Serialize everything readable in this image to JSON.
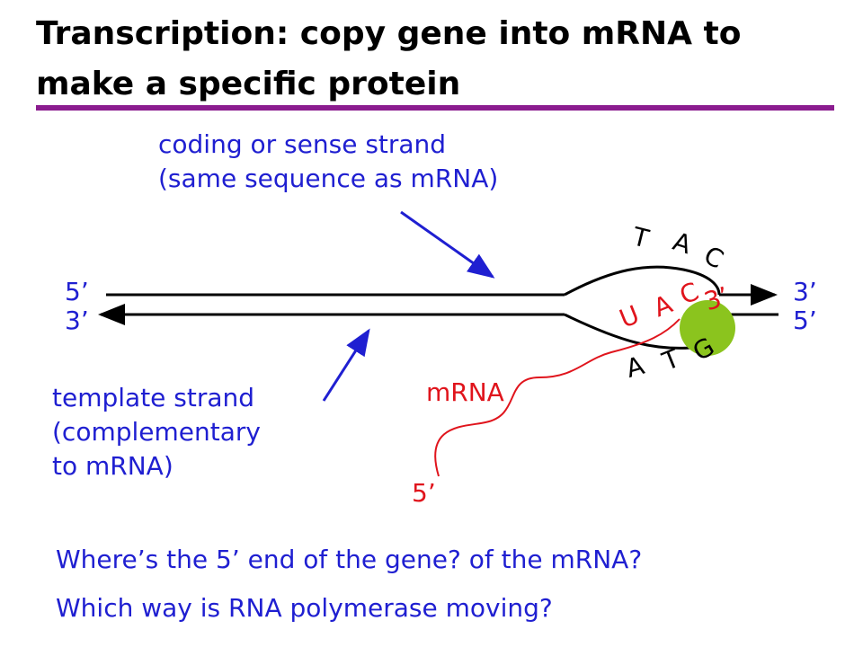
{
  "title": {
    "line1": "Transcription: copy gene into mRNA to",
    "line2": "make a specific protein"
  },
  "coding_label": {
    "line1": "coding or sense strand",
    "line2": "(same sequence as mRNA)"
  },
  "template_label": {
    "line1": "template strand",
    "line2": "(complementary",
    "line3": "to mRNA)"
  },
  "ends": {
    "top_left": "5’",
    "bottom_left": "3’",
    "top_right": "3’",
    "bottom_right": "5’"
  },
  "top_bases": [
    "T",
    "A",
    "C"
  ],
  "bottom_bases": [
    "A",
    "T",
    "G"
  ],
  "rna_bases": [
    "U",
    "A",
    "C"
  ],
  "rna_three_prime": "3’",
  "mrna_label": "mRNA",
  "mrna_five_prime": "5’",
  "questions": {
    "q1": "Where’s the 5’ end of the gene?  of the mRNA?",
    "q2": "Which way is RNA polymerase moving?"
  },
  "colors": {
    "title_rule": "#8b1c8f",
    "label_blue": "#1f1fd1",
    "mrna_red": "#e0141c",
    "polymerase_green": "#8bc41e"
  }
}
